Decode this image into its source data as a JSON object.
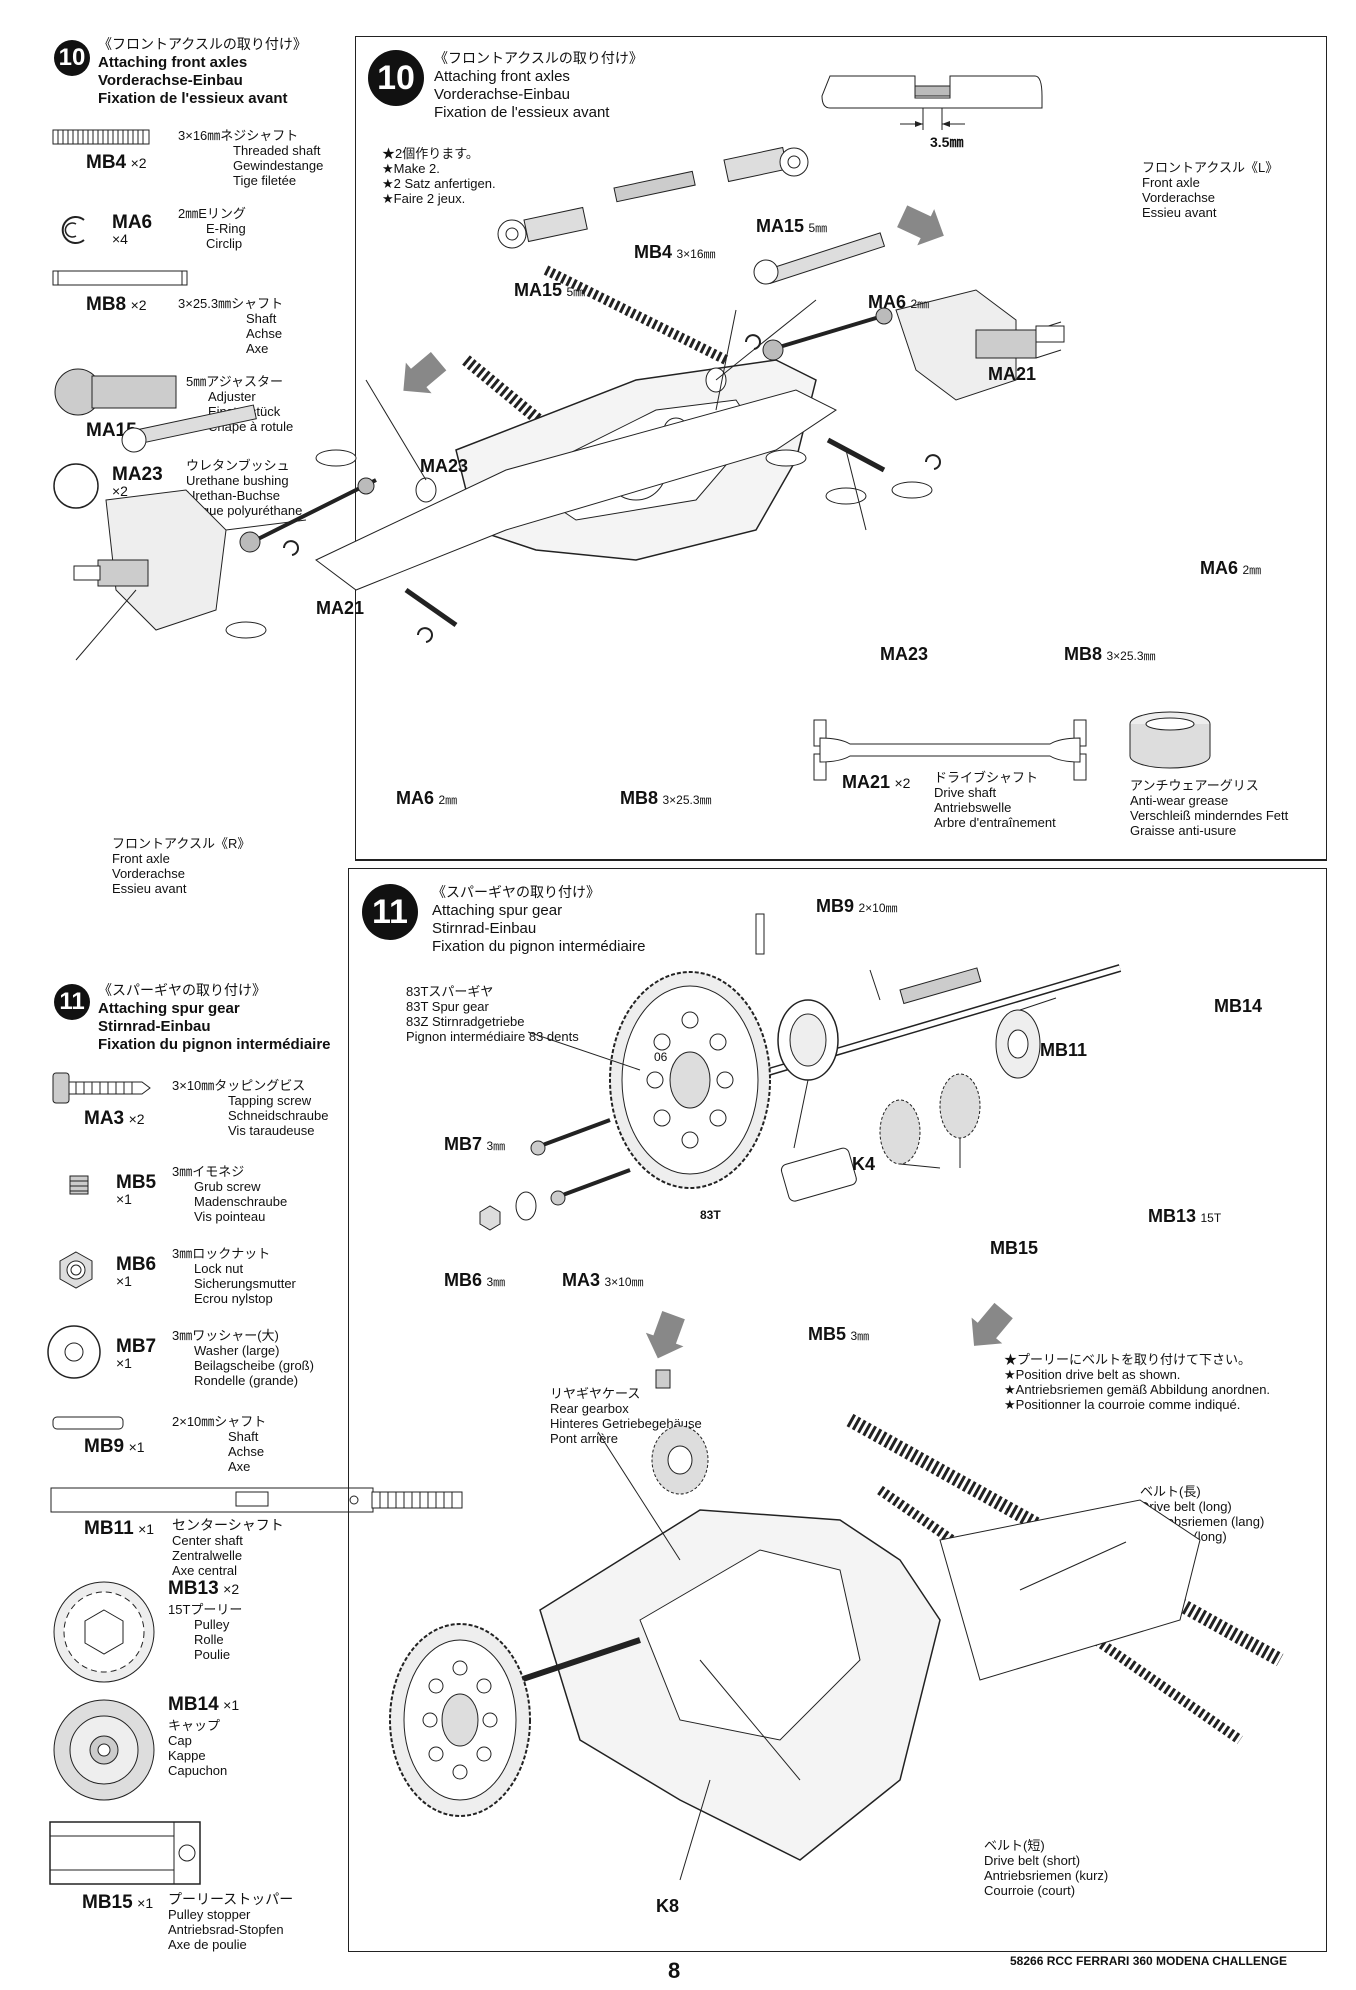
{
  "step10_left": {
    "num": "10",
    "title_jp": "《フロントアクスルの取り付け》",
    "title_en": "Attaching front axles",
    "title_de": "Vorderachse-Einbau",
    "title_fr": "Fixation de l'essieux avant"
  },
  "parts10": [
    {
      "code": "MB4",
      "qty": "×2",
      "desc": [
        "3×16㎜ネジシャフト",
        "Threaded shaft",
        "Gewindestange",
        "Tige filetée"
      ]
    },
    {
      "code": "MA6",
      "qty": "×4",
      "desc": [
        "2㎜Eリング",
        "E-Ring",
        "Circlip"
      ]
    },
    {
      "code": "MB8",
      "qty": "×2",
      "desc": [
        "3×25.3㎜シャフト",
        "Shaft",
        "Achse",
        "Axe"
      ]
    },
    {
      "code": "MA15",
      "qty": "×4",
      "desc": [
        "5㎜アジャスター",
        "Adjuster",
        "Einstellstück",
        "Chape à rotule"
      ]
    },
    {
      "code": "MA23",
      "qty": "×2",
      "desc": [
        "ウレタンブッシュ",
        "Urethane bushing",
        "Urethan-Buchse",
        "Bague polyuréthane"
      ]
    }
  ],
  "step10_main": {
    "num": "10",
    "title_jp": "《フロントアクスルの取り付け》",
    "title_en": "Attaching front axles",
    "title_de": "Vorderachse-Einbau",
    "title_fr": "Fixation de l'essieux avant",
    "make2": [
      "★2個作ります。",
      "★Make 2.",
      "★2 Satz anfertigen.",
      "★Faire 2 jeux."
    ],
    "dim": "3.5㎜",
    "labels": {
      "ma15_top": "MA15",
      "ma15_top_unit": "5㎜",
      "mb4": "MB4",
      "mb4_unit": "3×16㎜",
      "ma15_left": "MA15",
      "ma15_left_unit": "5㎜",
      "ma6_top": "MA6",
      "ma6_top_unit": "2㎜",
      "ma21_top": "MA21",
      "ma23_left": "MA23",
      "ma21_left": "MA21",
      "ma23_mid": "MA23",
      "mb8_right": "MB8",
      "mb8_right_unit": "3×25.3㎜",
      "ma6_right": "MA6",
      "ma6_right_unit": "2㎜",
      "ma6_bottom": "MA6",
      "ma6_bottom_unit": "2㎜",
      "mb8_bottom": "MB8",
      "mb8_bottom_unit": "3×25.3㎜"
    },
    "front_axle_l": [
      "フロントアクスル《L》",
      "Front axle",
      "Vorderachse",
      "Essieu avant"
    ],
    "front_axle_r": [
      "フロントアクスル《R》",
      "Front axle",
      "Vorderachse",
      "Essieu avant"
    ],
    "driveshaft": {
      "code": "MA21",
      "qty": "×2",
      "desc": [
        "ドライブシャフト",
        "Drive shaft",
        "Antriebswelle",
        "Arbre d'entraînement"
      ]
    },
    "grease": [
      "アンチウェアーグリス",
      "Anti-wear grease",
      "Verschleiß minderndes Fett",
      "Graisse anti-usure"
    ]
  },
  "step11_left": {
    "num": "11",
    "title_jp": "《スパーギヤの取り付け》",
    "title_en": "Attaching spur gear",
    "title_de": "Stirnrad-Einbau",
    "title_fr": "Fixation du pignon intermédiaire"
  },
  "parts11": [
    {
      "code": "MA3",
      "qty": "×2",
      "desc": [
        "3×10㎜タッピングビス",
        "Tapping screw",
        "Schneidschraube",
        "Vis taraudeuse"
      ]
    },
    {
      "code": "MB5",
      "qty": "×1",
      "desc": [
        "3㎜イモネジ",
        "Grub screw",
        "Madenschraube",
        "Vis pointeau"
      ]
    },
    {
      "code": "MB6",
      "qty": "×1",
      "desc": [
        "3㎜ロックナット",
        "Lock nut",
        "Sicherungsmutter",
        "Ecrou nylstop"
      ]
    },
    {
      "code": "MB7",
      "qty": "×1",
      "desc": [
        "3㎜ワッシャー(大)",
        "Washer (large)",
        "Beilagscheibe (groß)",
        "Rondelle (grande)"
      ]
    },
    {
      "code": "MB9",
      "qty": "×1",
      "desc": [
        "2×10㎜シャフト",
        "Shaft",
        "Achse",
        "Axe"
      ]
    },
    {
      "code": "MB11",
      "qty": "×1",
      "desc": [
        "センターシャフト",
        "Center shaft",
        "Zentralwelle",
        "Axe central"
      ]
    },
    {
      "code": "MB13",
      "qty": "×2",
      "desc": [
        "15Tプーリー",
        "Pulley",
        "Rolle",
        "Poulie"
      ]
    },
    {
      "code": "MB14",
      "qty": "×1",
      "desc": [
        "キャップ",
        "Cap",
        "Kappe",
        "Capuchon"
      ]
    },
    {
      "code": "MB15",
      "qty": "×1",
      "desc": [
        "プーリーストッパー",
        "Pulley stopper",
        "Antriebsrad-Stopfen",
        "Axe de poulie"
      ]
    }
  ],
  "step11_main": {
    "num": "11",
    "title_jp": "《スパーギヤの取り付け》",
    "title_en": "Attaching spur gear",
    "title_de": "Stirnrad-Einbau",
    "title_fr": "Fixation du pignon intermédiaire",
    "spur": [
      "83Tスパーギヤ",
      "83T Spur gear",
      "83Z Stirnradgetriebe",
      "Pignon intermédiaire 83 dents"
    ],
    "gear_text_06": "06",
    "gear_text_83t": "83T",
    "labels": {
      "mb9": "MB9",
      "mb9_unit": "2×10㎜",
      "mb14": "MB14",
      "mb11": "MB11",
      "mb7": "MB7",
      "mb7_unit": "3㎜",
      "k4": "K4",
      "mb13": "MB13",
      "mb13_unit": "15T",
      "mb15": "MB15",
      "mb6": "MB6",
      "mb6_unit": "3㎜",
      "ma3": "MA3",
      "ma3_unit": "3×10㎜",
      "mb5": "MB5",
      "mb5_unit": "3㎜",
      "k8": "K8"
    },
    "rear_gearbox": [
      "リヤギヤケース",
      "Rear gearbox",
      "Hinteres Getriebegehäuse",
      "Pont arrière"
    ],
    "belt_note": [
      "★プーリーにベルトを取り付けて下さい。",
      "★Position drive belt as shown.",
      "★Antriebsriemen gemäß Abbildung anordnen.",
      "★Positionner la courroie comme indiqué."
    ],
    "belt_long": [
      "ベルト(長)",
      "Drive belt (long)",
      "Antriebsriemen (lang)",
      "Courroie (long)"
    ],
    "belt_short": [
      "ベルト(短)",
      "Drive belt (short)",
      "Antriebsriemen (kurz)",
      "Courroie (court)"
    ]
  },
  "footer": {
    "page": "8",
    "model": "58266 RCC FERRARI 360 MODENA CHALLENGE"
  }
}
